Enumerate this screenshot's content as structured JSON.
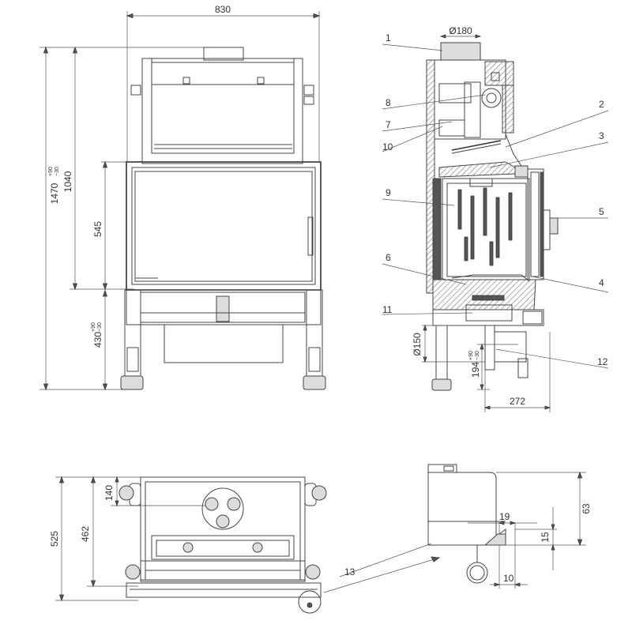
{
  "front_view": {
    "dim_width": "830",
    "dim_total_height": "1470",
    "dim_total_height_tol_plus": "+90",
    "dim_total_height_tol_minus": "−30",
    "dim_top_height": "1040",
    "dim_window_height": "545",
    "dim_leg_height": "430",
    "dim_leg_height_tol_plus": "+90",
    "dim_leg_height_tol_minus": "−30"
  },
  "side_view": {
    "dim_flue_diameter": "Ø180",
    "dim_air_inlet_diameter": "Ø150",
    "dim_inlet_height": "194",
    "dim_inlet_height_tol_plus": "+90",
    "dim_inlet_height_tol_minus": "−30",
    "dim_depth": "272",
    "part_labels": [
      "1",
      "2",
      "3",
      "4",
      "5",
      "6",
      "7",
      "8",
      "9",
      "10",
      "11",
      "12"
    ]
  },
  "top_view": {
    "dim_depth": "525",
    "dim_inner_depth": "462",
    "dim_flue_offset": "140"
  },
  "detail_view": {
    "callout_label": "13",
    "dim_height": "63",
    "dim_width": "19",
    "dim_step": "15",
    "dim_slot": "10"
  }
}
